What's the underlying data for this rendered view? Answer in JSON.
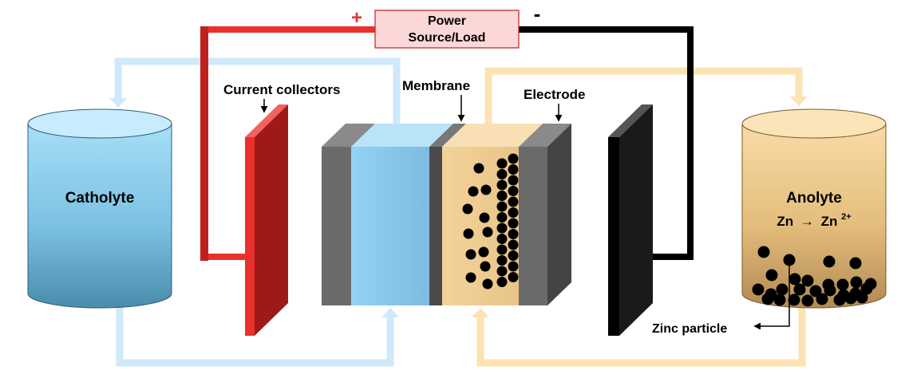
{
  "power": {
    "label_line1": "Power",
    "label_line2": "Source/Load",
    "plus": "+",
    "minus": "-"
  },
  "labels": {
    "current_collectors": "Current collectors",
    "membrane": "Membrane",
    "electrode": "Electrode",
    "catholyte": "Catholyte",
    "anolyte": "Anolyte",
    "zinc_particle": "Zinc particle"
  },
  "reaction": {
    "reactant": "Zn",
    "arrow": "→",
    "product_base": "Zn",
    "product_charge": "2+"
  },
  "colors": {
    "positive_wire": "#e8312c",
    "negative_wire": "#000000",
    "catholyte_flow": "#cfe9fb",
    "anolyte_flow": "#fde3b3",
    "collector": "#c0211f",
    "electrode": "#6a6a6a",
    "catholyte_fluid": "#8ccdf0",
    "anolyte_fluid": "#f3d39a",
    "power_box": "#fcd7d7"
  }
}
